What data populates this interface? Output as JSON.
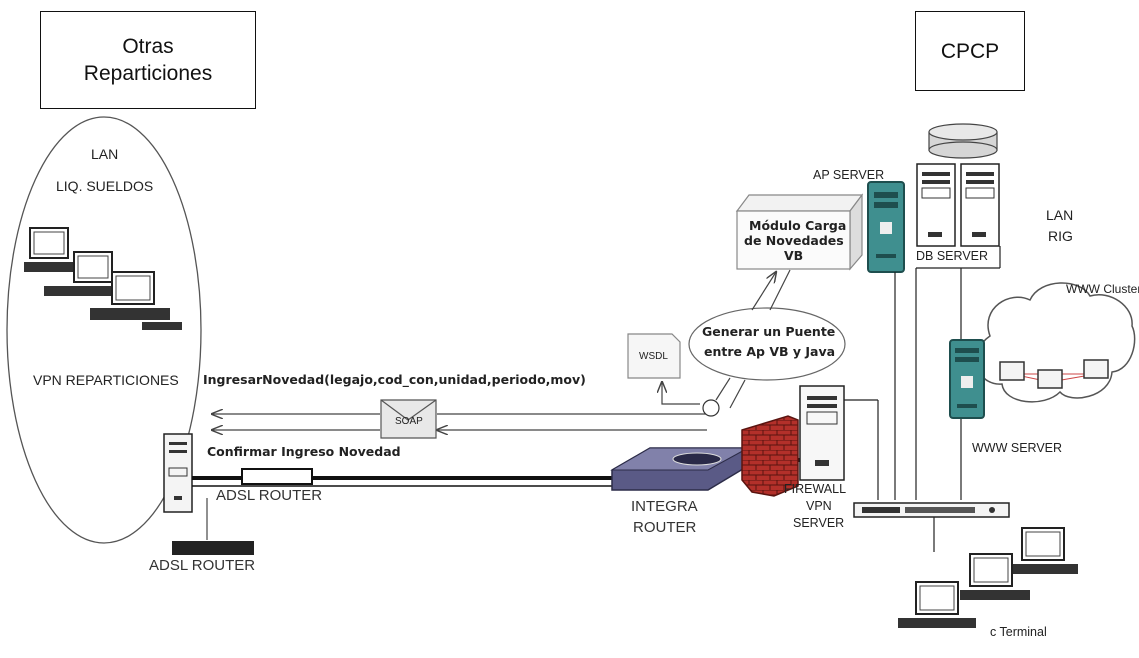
{
  "boxes": {
    "left_title_line1": "Otras",
    "left_title_line2": "Reparticiones",
    "right_title": "CPCP"
  },
  "left_zone": {
    "lan": "LAN",
    "liq": "LIQ. SUELDOS",
    "vpn": "VPN REPARTICIONES"
  },
  "messages": {
    "ingresar": "IngresarNovedad(legajo,cod_con,unidad,periodo,mov)",
    "confirmar": "Confirmar Ingreso Novedad",
    "soap": "SOAP",
    "wsdl": "WSDL"
  },
  "routers": {
    "adsl_top": "ADSL ROUTER",
    "adsl_bottom": "ADSL ROUTER",
    "integra_line1": "INTEGRA",
    "integra_line2": "ROUTER"
  },
  "cpcp": {
    "modulo_line1": "Módulo Carga",
    "modulo_line2": "de Novedades",
    "modulo_line3": "VB",
    "puente_line1": "Generar un Puente",
    "puente_line2": "entre Ap VB y Java",
    "ap_server": "AP SERVER",
    "db_server": "DB SERVER",
    "lan_rig_line1": "LAN",
    "lan_rig_line2": "RIG",
    "www_cluster": "WWW Cluster",
    "www_server": "WWW SERVER",
    "firewall_line1": "FIREWALL",
    "firewall_line2": "VPN",
    "firewall_line3": "SERVER",
    "terminal": "c Terminal"
  },
  "colors": {
    "teal_server": "#3f8f8f",
    "firewall_brick": "#b3302a",
    "router_purple": "#5a5a86"
  }
}
